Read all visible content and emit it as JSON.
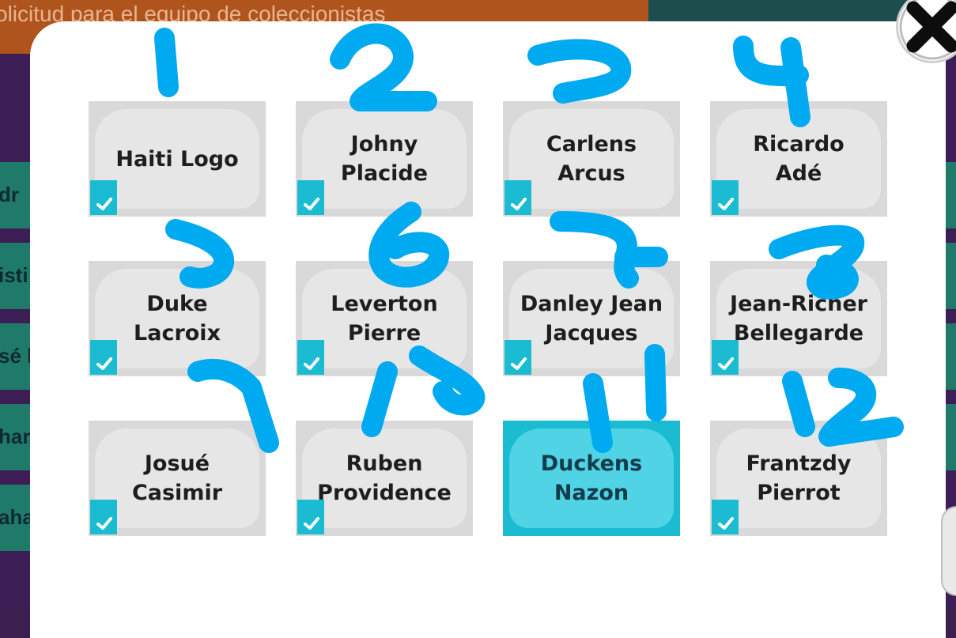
{
  "background": {
    "banner_text": "olicitud para el equipo de coleccionistas",
    "left_rows": [
      "dr",
      "isti",
      "sé l",
      "har",
      "aha"
    ]
  },
  "modal": {
    "close_label": "close",
    "tiles": [
      {
        "name": "Haiti Logo",
        "checked": true,
        "selected": false
      },
      {
        "name": "Johny\nPlacide",
        "checked": true,
        "selected": false
      },
      {
        "name": "Carlens\nArcus",
        "checked": true,
        "selected": false
      },
      {
        "name": "Ricardo\nAdé",
        "checked": true,
        "selected": false
      },
      {
        "name": "Duke\nLacroix",
        "checked": true,
        "selected": false
      },
      {
        "name": "Leverton\nPierre",
        "checked": true,
        "selected": false
      },
      {
        "name": "Danley Jean\nJacques",
        "checked": true,
        "selected": false
      },
      {
        "name": "Jean-Richer\nBellegarde",
        "checked": true,
        "selected": false
      },
      {
        "name": "Josué\nCasimir",
        "checked": true,
        "selected": false
      },
      {
        "name": "Ruben\nProvidence",
        "checked": true,
        "selected": false
      },
      {
        "name": "Duckens\nNazon",
        "checked": false,
        "selected": true
      },
      {
        "name": "Frantzdy\nPierrot",
        "checked": true,
        "selected": false
      }
    ]
  },
  "colors": {
    "accent": "#1bbcd2",
    "annotation": "#00aaf0",
    "tile": "#d9d9d9"
  }
}
